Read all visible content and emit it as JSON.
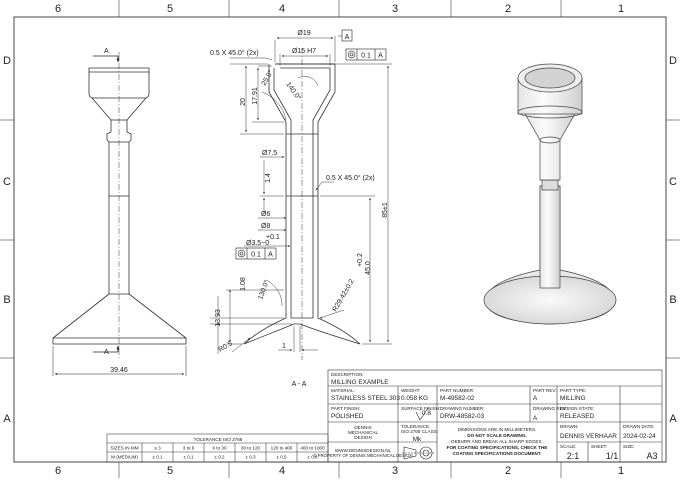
{
  "zones": {
    "columns": [
      "6",
      "5",
      "4",
      "3",
      "2",
      "1"
    ],
    "rows": [
      "D",
      "C",
      "B",
      "A"
    ]
  },
  "views": {
    "left_dimension": "39.46",
    "section_marker": "A",
    "section_label": "A - A"
  },
  "dimensions": {
    "dia19": "Ø19",
    "dia15": "Ø15 H7",
    "chamfer_top": "0.5 X 45.0° (2x)",
    "chamfer_mid": "0.5 X 45.0° (2x)",
    "d20": "20",
    "d1791": "17.91",
    "ang25": "25.0°",
    "ang140": "140.0°",
    "dia75": "Ø7.5",
    "d14": "1.4",
    "dia6": "Ø6",
    "dia8": "Ø8",
    "tol_plus01": "+0.1",
    "dia35": "Ø3.5−0",
    "d85": "85±1",
    "tol_plus02": "+0.2",
    "d450": "45.0",
    "d108": "1.08",
    "ang130": "130.0°",
    "r2942": "R29.42±0.2",
    "d1393": "13.93",
    "r05": "R0.5",
    "d1": "1",
    "datum": "A",
    "fcf_tol": "0.1",
    "fcf_datum": "A"
  },
  "title_block": {
    "description_label": "DESCRIPTION:",
    "description": "MILLING EXAMPLE",
    "material_label": "MATERIAL:",
    "material": "STAINLESS STEEL 303",
    "weight_label": "WEIGHT:",
    "weight": "0.058 KG",
    "part_number_label": "PART NUMBER:",
    "part_number": "M-49582-02",
    "part_rev_label": "PART REV:",
    "part_rev": "A",
    "part_type_label": "PART TYPE:",
    "part_type": "MILLING",
    "part_finish_label": "PART FINISH:",
    "part_finish": "POLISHED",
    "surface_finish_label": "SURFACE FINISH:",
    "surface_finish": "0.8",
    "drawing_number_label": "DRAWING NUMBER:",
    "drawing_number": "DRW-48582-03",
    "drawing_rev_label": "DRAWING REV.:",
    "drawing_rev": "A",
    "design_state_label": "DESIGN STATE:",
    "design_state": "RELEASED",
    "company_line1": "DENNIS",
    "company_line2": "MECHANICAL",
    "company_line3": "DESIGN",
    "website": "WWW.DENNISDESIGN.NL",
    "copyright": "© PROPERTY OF DENNIS MECHANICAL DESIGN",
    "tolerance_label": "TOLERANCE:",
    "tolerance_class_label": "ISO 2768 CLASS:",
    "tolerance_class": "Mk",
    "note1": "DIMENSIONS ARE IN MILLIMETERS.",
    "note2": "DO NOT SCALE DRAWING.",
    "note3": "DEBURR AND BREAK ALL SHARP EDGES.",
    "note4": "FOR COATING SPECIFICATIONS, CHECK THE",
    "note5": "COATING SPECIFICATIONS DOCUMENT.",
    "drawn_label": "DRAWN:",
    "drawn": "DENNIS VERHAAR",
    "drawn_date_label": "DRAWN DATE:",
    "drawn_date": "2024-02-24",
    "scale_label": "SCALE:",
    "scale": "2:1",
    "sheet_label": "SHEET:",
    "sheet": "1/1",
    "size_label": "SIZE:",
    "size": "A3"
  },
  "tolerance_table": {
    "title": "TOLERANCE ISO 2768",
    "headers": [
      "SIZES IN MM",
      "≤ 3",
      "3 to 6",
      "6 to 30",
      "30 to 120",
      "120 to 400",
      "400 to 1000"
    ],
    "row": [
      "M (MEDIUM)",
      "± 0.1",
      "± 0.1",
      "± 0.2",
      "± 0.3",
      "± 0.5",
      "± 0.8"
    ]
  }
}
